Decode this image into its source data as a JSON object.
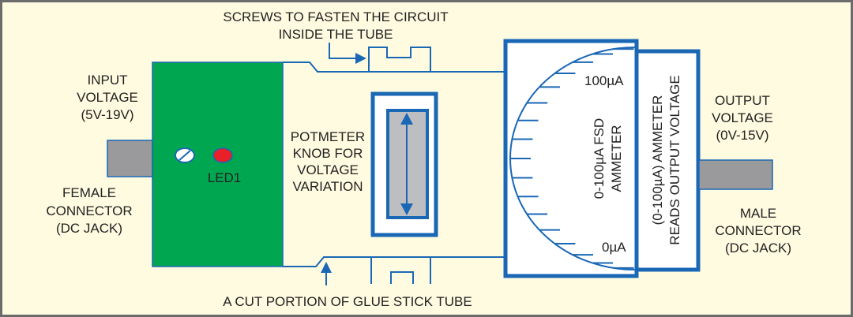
{
  "colors": {
    "background": "#fffbe0",
    "blue": "#1a67b5",
    "pcb_green": "#00a650",
    "connector_gray": "#9a9a9c",
    "led_red": "#e8202a",
    "potmeter_gray": "#bdbec2"
  },
  "labels": {
    "screws": [
      "SCREWS TO FASTEN THE CIRCUIT",
      "INSIDE THE TUBE"
    ],
    "input_voltage": [
      "INPUT",
      "VOLTAGE",
      "(5V-19V)"
    ],
    "female_connector": [
      "FEMALE",
      "CONNECTOR",
      "(DC JACK)"
    ],
    "led": "LED1",
    "potmeter": [
      "POTMETER",
      "KNOB FOR",
      "VOLTAGE",
      "VARIATION"
    ],
    "ammeter_scale_max": "100µA",
    "ammeter_scale_min": "0µA",
    "ammeter": [
      "0-100µA FSD",
      "AMMETER"
    ],
    "ammeter_reads": [
      "(0-100µA) AMMETER",
      "READS OUTPUT VOLTAGE"
    ],
    "output_voltage": [
      "OUTPUT",
      "VOLTAGE",
      "(0V-15V)"
    ],
    "male_connector": [
      "MALE",
      "CONNECTOR",
      "(DC JACK)"
    ],
    "tube": "A CUT PORTION OF GLUE STICK TUBE"
  },
  "ammeter_tick_count": 17
}
